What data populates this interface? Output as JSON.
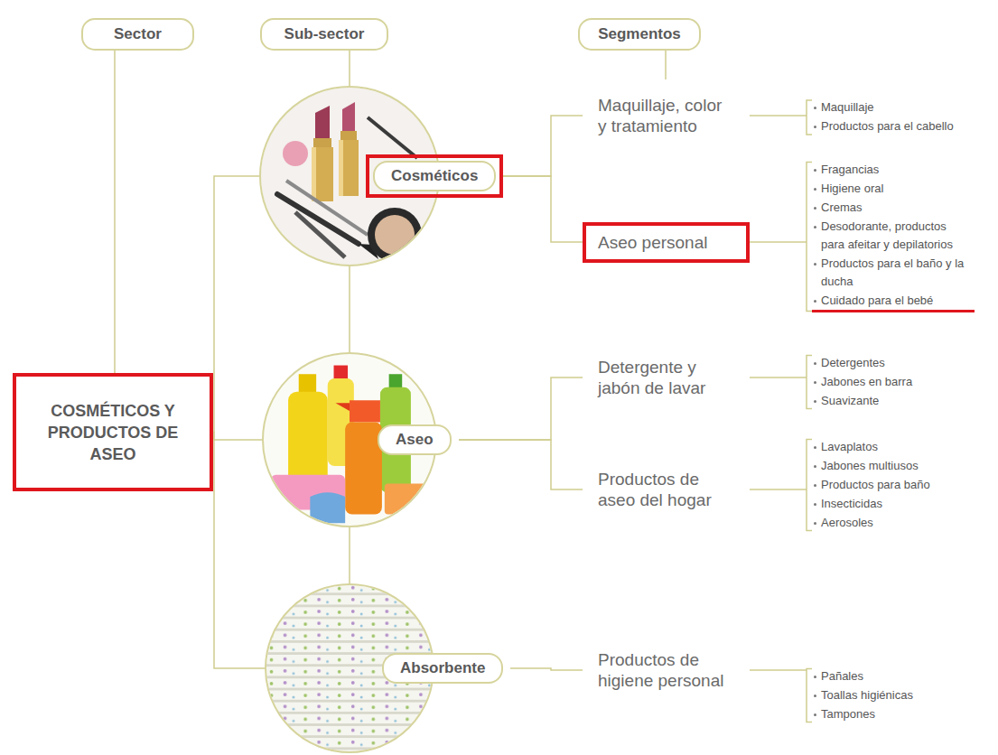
{
  "diagram": {
    "nodes": [
      {
        "text": [
          "Sector"
        ]
      },
      {
        "text": [
          "Sub-sector"
        ]
      },
      {
        "text": [
          "Segmentos"
        ]
      },
      {
        "text": [
          "COSMÉTICOS Y PRODUCTOS DE ASEO"
        ]
      },
      {
        "text": [
          "Cosméticos"
        ]
      },
      {
        "text": [
          "Maquillaje, color y tratamiento"
        ]
      },
      {
        "text": [
          "Maquillaje",
          "Productos para el cabello"
        ]
      },
      {
        "text": [
          "Aseo personal"
        ]
      },
      {
        "text": [
          "Fragancias",
          "Higiene oral",
          "Cremas",
          "Desodorante, productos para afeitar y depilatorios",
          "Productos para el baño y la ducha",
          "Cuidado para el bebé"
        ]
      },
      {
        "text": [
          "Aseo"
        ]
      },
      {
        "text": [
          "Detergente y jabón de lavar"
        ]
      },
      {
        "text": [
          "Detergentes",
          "Jabones en barra",
          "Suavizante"
        ]
      },
      {
        "text": [
          "Productos de aseo del hogar"
        ]
      },
      {
        "text": [
          "Lavaplatos",
          "Jabones multiusos",
          "Productos para baño",
          "Insecticidas",
          "Aerosoles"
        ]
      },
      {
        "text": [
          "Absorbente"
        ]
      },
      {
        "text": [
          "Productos de higiene personal"
        ]
      },
      {
        "text": [
          "Pañales",
          "Toallas higiénicas",
          "Tampones"
        ]
      }
    ],
    "edges": [
      {
        "from": 0,
        "to": 3,
        "arrow": "none"
      },
      {
        "from": 1,
        "to": 4,
        "arrow": "none"
      },
      {
        "from": 3,
        "to": 4,
        "arrow": "none"
      },
      {
        "from": 3,
        "to": 9,
        "arrow": "none"
      },
      {
        "from": 3,
        "to": 14,
        "arrow": "none"
      },
      {
        "from": 4,
        "to": 9,
        "arrow": "none"
      },
      {
        "from": 9,
        "to": 14,
        "arrow": "none"
      },
      {
        "from": 4,
        "to": 5,
        "arrow": "none"
      },
      {
        "from": 4,
        "to": 7,
        "arrow": "none"
      },
      {
        "from": 5,
        "to": 6,
        "arrow": "none"
      },
      {
        "from": 7,
        "to": 8,
        "arrow": "none"
      },
      {
        "from": 9,
        "to": 10,
        "arrow": "none"
      },
      {
        "from": 9,
        "to": 12,
        "arrow": "none"
      },
      {
        "from": 10,
        "to": 11,
        "arrow": "none"
      },
      {
        "from": 12,
        "to": 13,
        "arrow": "none"
      },
      {
        "from": 14,
        "to": 15,
        "arrow": "none"
      },
      {
        "from": 15,
        "to": 16,
        "arrow": "none"
      }
    ]
  }
}
